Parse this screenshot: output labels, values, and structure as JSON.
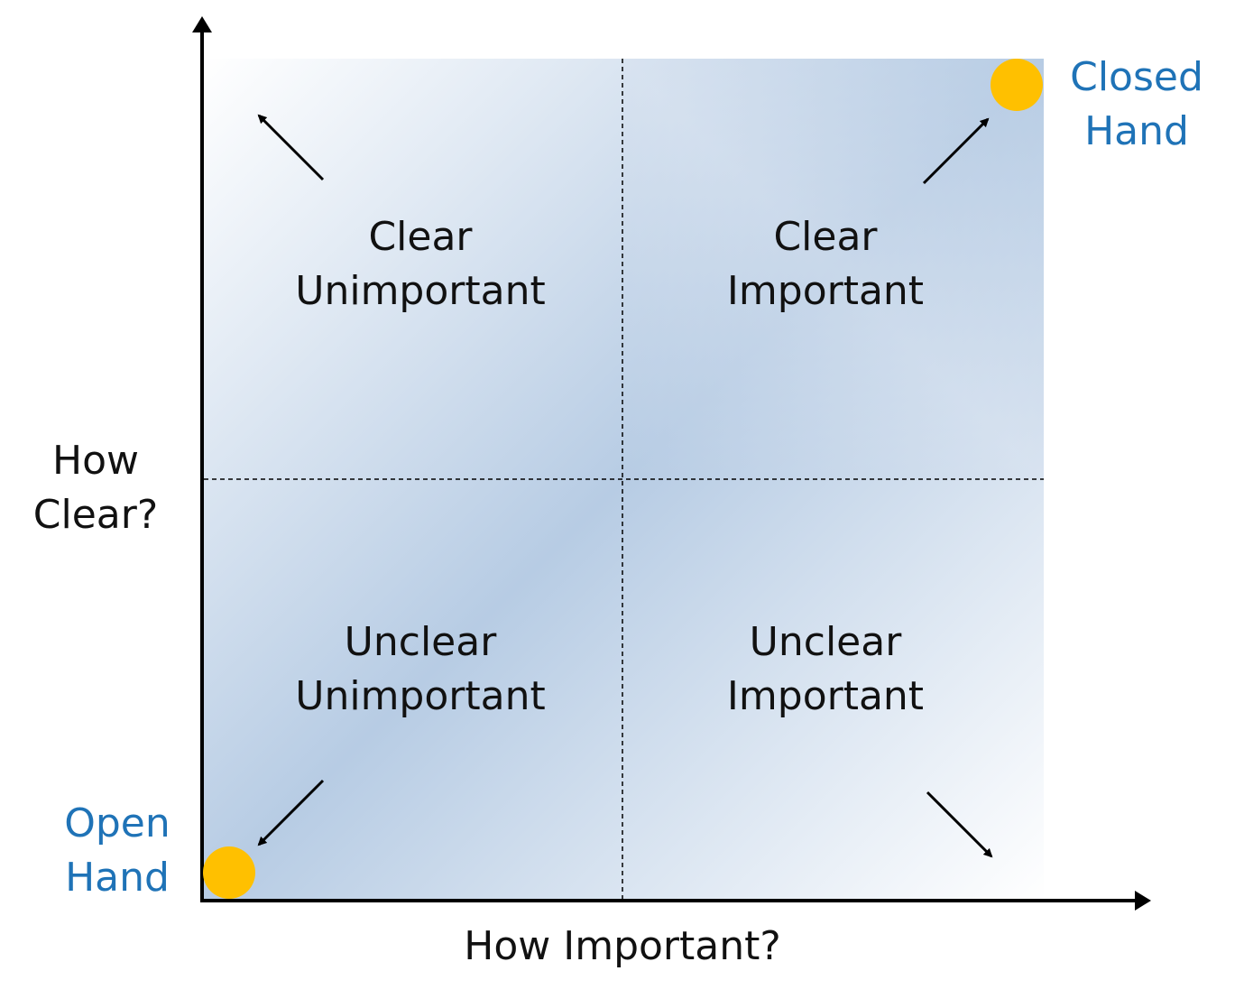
{
  "quadrants": {
    "top_left": {
      "line1": "Clear",
      "line2": "Unimportant"
    },
    "top_right": {
      "line1": "Clear",
      "line2": "Important"
    },
    "bottom_left": {
      "line1": "Unclear",
      "line2": "Unimportant"
    },
    "bottom_right": {
      "line1": "Unclear",
      "line2": "Important"
    }
  },
  "axes": {
    "y_label_line1": "How",
    "y_label_line2": "Clear?",
    "x_label": "How Important?"
  },
  "markers": {
    "closed_hand": {
      "line1": "Closed",
      "line2": "Hand"
    },
    "open_hand": {
      "line1": "Open",
      "line2": "Hand"
    }
  },
  "colors": {
    "marker_fill": "#FFC000",
    "hand_label": "#1F73B7",
    "gradient_blue": "#B7CCE4",
    "axis": "#000000"
  }
}
